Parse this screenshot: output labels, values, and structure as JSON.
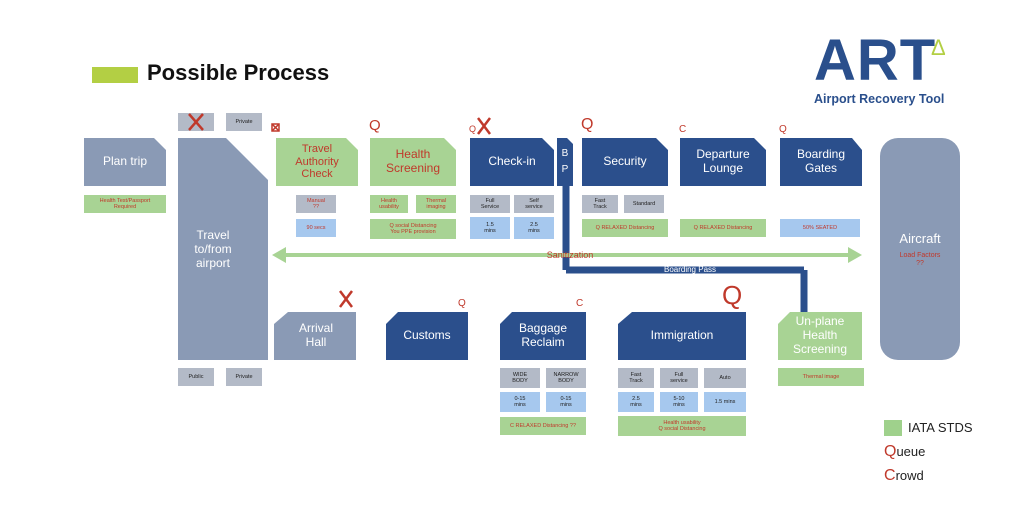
{
  "title": "Possible Process",
  "logo": {
    "main": "ART",
    "delta": "Δ",
    "sub": "Airport Recovery Tool"
  },
  "nodes": {
    "plan_trip": "Plan trip",
    "travel": "Travel\nto/from\nairport",
    "travel_authority": "Travel\nAuthority\nCheck",
    "health_screening": "Health\nScreening",
    "check_in": "Check-in",
    "bp": "B\nP",
    "security": "Security",
    "departure_lounge": "Departure\nLounge",
    "boarding_gates": "Boarding\nGates",
    "aircraft": "Aircraft",
    "aircraft_sub": "Load Factors\n??",
    "arrival_hall": "Arrival\nHall",
    "customs": "Customs",
    "baggage_reclaim": "Baggage\nReclaim",
    "immigration": "Immigration",
    "unplane": "Un-plane\nHealth\nScreening"
  },
  "tags": {
    "top_private": "Private",
    "plan_trip_note": "Health Test/Passport\nRequired",
    "ta_manual": "Manual\n??",
    "ta_time": "90 secs",
    "hs_health": "Health\nusability",
    "hs_thermal": "Thermal\nimaging",
    "hs_note": "Q social Distancing\nYou PPE provision",
    "ci_full": "Full\nService",
    "ci_self": "Self\nservice",
    "ci_t1": "1.5\nmins",
    "ci_t2": "2.5\nmins",
    "sec_fast": "Fast\nTrack",
    "sec_std": "Standard",
    "sec_note": "Q RELAXED Distancing",
    "dl_note": "Q RELAXED Distancing",
    "bg_note": "50% SEATED",
    "bottom_public": "Public",
    "bottom_private": "Private",
    "br_wide": "WIDE\nBODY",
    "br_narrow": "NARROW\nBODY",
    "br_t1": "0-15\nmins",
    "br_t2": "0-15\nmins",
    "br_note": "C RELAXED Distancing ??",
    "im_fast": "Fast\nTrack",
    "im_full": "Full\nservice",
    "im_auto": "Auto",
    "im_t1": "2.5\nmins",
    "im_t2": "5-10\nmins",
    "im_t3": "1.5 mins",
    "im_note": "Health usability\nQ social Distancing",
    "up_note": "Thermal image"
  },
  "connectors": {
    "sanitization": "Sanitization",
    "boarding_pass": "Boarding Pass"
  },
  "markers": {
    "q_health": "Q",
    "q_checkin": "Q",
    "q_security": "Q",
    "c_departure": "C",
    "q_boarding": "Q",
    "q_customs": "Q",
    "c_baggage": "C",
    "q_immigration": "Q"
  },
  "legend": {
    "iata": "IATA STDS",
    "queue_first": "Q",
    "queue_rest": "ueue",
    "crowd_first": "C",
    "crowd_rest": "rowd"
  },
  "colors": {
    "navy": "#2b4f8c",
    "slate": "#8a9ab5",
    "green": "#a8d394",
    "grey_tag": "#b3bac7",
    "blue_tag": "#a6c8ee",
    "accent_red": "#c0392b",
    "lime": "#b3cf44"
  }
}
